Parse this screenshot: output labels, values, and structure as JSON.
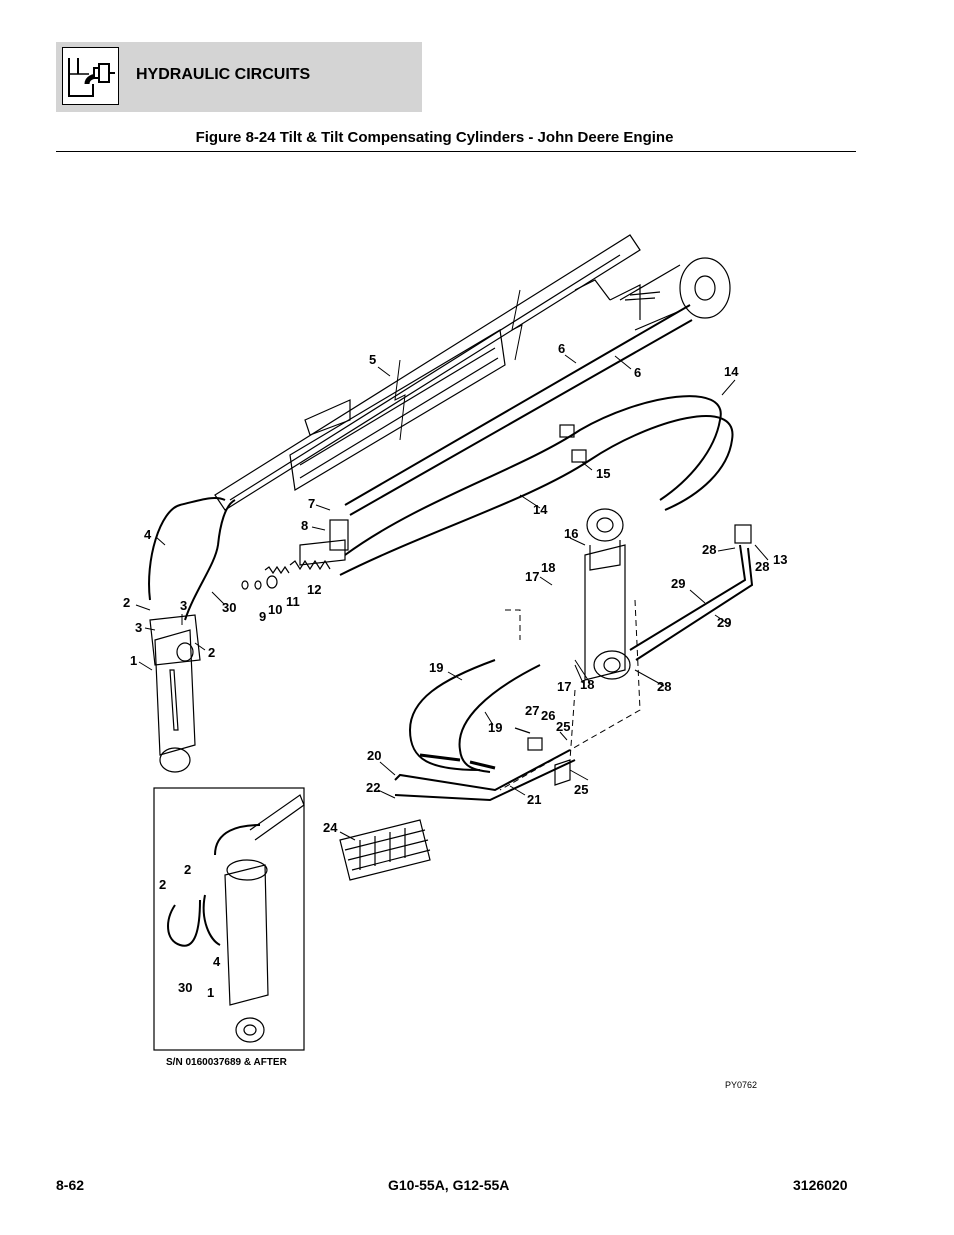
{
  "header": {
    "section_title": "HYDRAULIC CIRCUITS",
    "icon": "hydraulic-circuits-icon"
  },
  "figure": {
    "title": "Figure 8-24 Tilt & Tilt Compensating Cylinders - John Deere Engine"
  },
  "inset": {
    "serial_note": "S/N 0160037689 & AFTER"
  },
  "drawing_ref": "PY0762",
  "callouts": {
    "c1": "1",
    "c2": "2",
    "c3": "3",
    "c4": "4",
    "c5": "5",
    "c6": "6",
    "c7": "7",
    "c8": "8",
    "c9": "9",
    "c10": "10",
    "c11": "11",
    "c12": "12",
    "c13": "13",
    "c14": "14",
    "c15": "15",
    "c16": "16",
    "c17": "17",
    "c18": "18",
    "c19": "19",
    "c20": "20",
    "c21": "21",
    "c22": "22",
    "c24": "24",
    "c25": "25",
    "c26": "26",
    "c27": "27",
    "c28": "28",
    "c29": "29",
    "c30": "30"
  },
  "footer": {
    "page": "8-62",
    "models": "G10-55A, G12-55A",
    "doc_number": "3126020"
  }
}
